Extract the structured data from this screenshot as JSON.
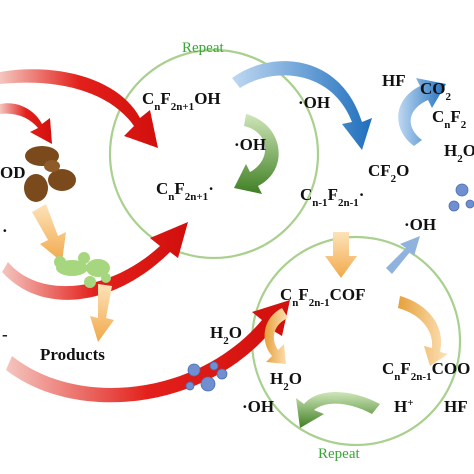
{
  "labels": {
    "repeat_top": "Repeat",
    "repeat_bottom": "Repeat",
    "cnf2n1oh": "C<sub>n</sub>F<sub>2n+1</sub>OH",
    "oh_center_top": "·OH",
    "oh_right_top": "·OH",
    "cnf2n1_radical": "C<sub>n</sub>F<sub>2n+1</sub>·",
    "cn1f2n1_radical": "C<sub>n-1</sub>F<sub>2n-1</sub>·",
    "cf2o": "CF<sub>2</sub>O",
    "hf_top": "HF",
    "co2": "CO<sub>2</sub>",
    "cnf2_partial": "C<sub>n</sub>F<sub>2</sub>",
    "h2o_top_right": "H<sub>2</sub>O",
    "oh_mid_right": "·OH",
    "cnf2n1cof": "C<sub>n</sub>F<sub>2n-1</sub>COF",
    "h2o_left": "H<sub>2</sub>O",
    "h2o_inner": "H<sub>2</sub>O",
    "cnf2n1cooh_partial": "C<sub>n</sub>F<sub>2n-1</sub>COO",
    "hplus": "H<sup>+</sup>",
    "oh_bottom_left": "·OH",
    "hf_bottom": "HF",
    "products": "Products",
    "od_partial": "OD",
    "dot_left": "·",
    "dash_left": "-"
  },
  "colors": {
    "cycle_circle": "#9fcb7f",
    "red_arrow": "#e3201b",
    "blue_arrow": "#1f6fbd",
    "green_arrow": "#4a8a2a",
    "orange_arrow": "#f1b15f",
    "light_blue_arrow": "#7ea7d6",
    "repeat_text": "#3aa537",
    "organic_matter": "#7a4a1c",
    "microbe": "#9ed27a",
    "bubbles": "#6f8fd0"
  },
  "icons": [
    "organic-matter-clump",
    "microbe-cluster",
    "water-bubbles"
  ]
}
